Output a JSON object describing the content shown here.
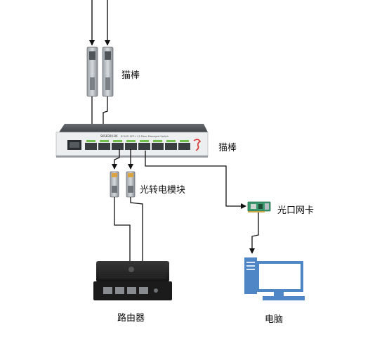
{
  "labels": {
    "sfp_top": "猫棒",
    "sfp_right": "猫棒",
    "converter": "光转电模块",
    "nic": "光口网卡",
    "router": "路由器",
    "pc": "电脑"
  },
  "switch": {
    "model_text": "SKS8300-8X",
    "description_text": "8*10G SFP+ L3 Fiber Managed Switch"
  },
  "colors": {
    "line": "#111111",
    "switch_body": "#e9ebec",
    "switch_top": "#5a5d62",
    "port_green": "#6fbf4a",
    "router_body": "#1f1f1f",
    "pc_blue": "#4f86c6",
    "nic_green": "#3a9a6e"
  }
}
